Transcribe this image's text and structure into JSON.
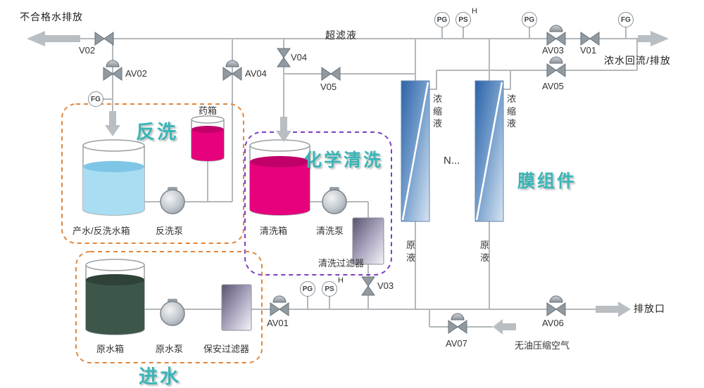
{
  "colors": {
    "accent_teal": "#3ab5b7",
    "dashed_orange": "#e0863c",
    "dashed_purple": "#7b3fc4",
    "pipe_gray": "#b3b8bc",
    "label_dark": "#333333",
    "magenta_liquid": "#e6017d",
    "blue_liquid": "#a9ddf2",
    "green_liquid": "#3d564a",
    "membrane_blue": "#2e63a8"
  },
  "sections": {
    "backwash": "反洗",
    "chemical_cleaning": "化学清洗",
    "feed_water": "进水",
    "membrane_module": "膜组件"
  },
  "streams": {
    "unqualified_water_discharge": "不合格水排放",
    "ultrafiltrate": "超滤液",
    "concentrate_return_discharge": "浓水回流/排放",
    "concentrate_left": "浓缩液",
    "concentrate_right": "浓缩液",
    "feed_liquid_left": "原液",
    "feed_liquid_right": "原液",
    "more_modules": "N...",
    "discharge_port": "排放口",
    "oil_free_compressed_air": "无油压缩空气"
  },
  "equipment": {
    "chemical_tank": "药箱",
    "product_backwash_tank": "产水/反洗水箱",
    "backwash_pump": "反洗泵",
    "cleaning_tank": "清洗箱",
    "cleaning_pump": "清洗泵",
    "cleaning_filter": "清洗过滤器",
    "raw_water_tank": "原水箱",
    "raw_water_pump": "原水泵",
    "security_filter": "保安过滤器"
  },
  "valves": {
    "v01": "V01",
    "v02": "V02",
    "v03": "V03",
    "v04": "V04",
    "v05": "V05",
    "av01": "AV01",
    "av02": "AV02",
    "av03": "AV03",
    "av04": "AV04",
    "av05": "AV05",
    "av06": "AV06",
    "av07": "AV07"
  },
  "instruments": {
    "flow_gauge_left": "FG",
    "flow_gauge_right": "FG",
    "pressure_gauge_top_1": "PG",
    "pressure_switch_top": "PS",
    "high_flag_top": "H",
    "pressure_gauge_top_2": "PG",
    "pressure_gauge_feed": "PG",
    "pressure_switch_feed": "PS",
    "high_flag_feed": "H"
  }
}
